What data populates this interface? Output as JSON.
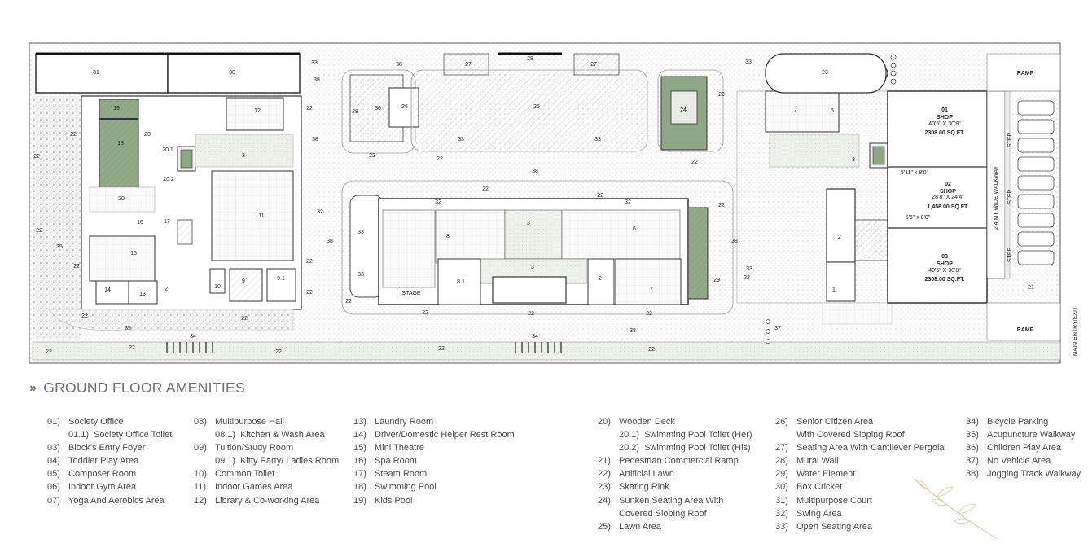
{
  "legend_title": "GROUND FLOOR AMENITIES",
  "legend_columns": [
    [
      {
        "num": "01)",
        "text": "Society Office"
      },
      {
        "num": "01.1)",
        "text": "Society Office Toilet",
        "sub": true
      },
      {
        "num": "03)",
        "text": "Block's Entry Foyer"
      },
      {
        "num": "04)",
        "text": "Toddler Play Area"
      },
      {
        "num": "05)",
        "text": "Composer Room"
      },
      {
        "num": "06)",
        "text": "Indoor Gym Area"
      },
      {
        "num": "07)",
        "text": "Yoga And Aerobics Area"
      }
    ],
    [
      {
        "num": "08)",
        "text": "Multipurpose Hall"
      },
      {
        "num": "08.1)",
        "text": "Kitchen & Wash Area",
        "sub": true
      },
      {
        "num": "09)",
        "text": "Tuition/Study Room"
      },
      {
        "num": "09.1)",
        "text": "Kitty Party/ Ladies Room",
        "sub": true
      },
      {
        "num": "10)",
        "text": "Common Toilet"
      },
      {
        "num": "11)",
        "text": "Indoor Games Area"
      },
      {
        "num": "12)",
        "text": "Library & Co-working Area"
      }
    ],
    [
      {
        "num": "13)",
        "text": "Laundry Room"
      },
      {
        "num": "14)",
        "text": "Driver/Domestic Helper Rest Room"
      },
      {
        "num": "15)",
        "text": "Mini Theatre"
      },
      {
        "num": "16)",
        "text": "Spa Room"
      },
      {
        "num": "17)",
        "text": "Steam Room"
      },
      {
        "num": "18)",
        "text": "Swimming Pool"
      },
      {
        "num": "19)",
        "text": "Kids Pool"
      }
    ],
    [
      {
        "num": "20)",
        "text": "Wooden Deck"
      },
      {
        "num": "20.1)",
        "text": "Swimming Pool Toilet (Her)",
        "sub": true
      },
      {
        "num": "20.2)",
        "text": "Swimming Pool Toilet (His)",
        "sub": true
      },
      {
        "num": "21)",
        "text": "Pedestrian Commercial Ramp"
      },
      {
        "num": "22)",
        "text": "Artificial Lawn"
      },
      {
        "num": "23)",
        "text": "Skating Rink"
      },
      {
        "num": "24)",
        "text": "Sunken Seating Area With"
      },
      {
        "num": "",
        "text": "Covered Sloping Roof",
        "cont": true
      },
      {
        "num": "25)",
        "text": "Lawn Area"
      }
    ],
    [
      {
        "num": "26)",
        "text": "Senior Citizen Area"
      },
      {
        "num": "",
        "text": "With Covered Sloping Roof",
        "cont": true
      },
      {
        "num": "27)",
        "text": "Seating Area With Cantilever Pergola"
      },
      {
        "num": "28)",
        "text": "Mural Wall"
      },
      {
        "num": "29)",
        "text": "Water Element"
      },
      {
        "num": "30)",
        "text": "Box Cricket"
      },
      {
        "num": "31)",
        "text": "Multipurpose Court"
      },
      {
        "num": "32)",
        "text": "Swing Area"
      },
      {
        "num": "33)",
        "text": "Open Seating Area"
      }
    ],
    [
      {
        "num": "34)",
        "text": "Bicycle Parking"
      },
      {
        "num": "35)",
        "text": "Acupuncture Walkway"
      },
      {
        "num": "36)",
        "text": "Children Play Area"
      },
      {
        "num": "37)",
        "text": "No Vehicle Area"
      },
      {
        "num": "38)",
        "text": "Jogging Track Walkway"
      }
    ]
  ],
  "plan": {
    "shops": [
      {
        "num": "01",
        "label": "SHOP",
        "dims": "40'5\" X 30'8\"",
        "area": "2308.00 SQ.FT."
      },
      {
        "num": "02",
        "label": "SHOP",
        "dims": "28'8\" X 24'4\"",
        "area": "1,456.00 SQ.FT."
      },
      {
        "num": "03",
        "label": "SHOP",
        "dims": "40'5\" X 30'8\"",
        "area": "2308.00 SQ.FT."
      }
    ],
    "ramp_label": "RAMP",
    "step_label": "STEP",
    "walkway_label": "2.4 MT WIDE WALKWAY",
    "main_entry_label": "MAIN ENTRY/EXIT",
    "stage_label": "STAGE",
    "small_dims": [
      "5'11\" x 8'0\"",
      "5'6\" x 8'0\""
    ],
    "labels": {
      "l31": "31",
      "l30": "30",
      "l33a": "33",
      "l38a": "38",
      "l27a": "27",
      "l28": "28",
      "l27b": "27",
      "l33b": "33",
      "l23": "23",
      "l19": "19",
      "l18": "18",
      "l20a": "20",
      "l201": "20.1",
      "l202": "20.2",
      "l20b": "20",
      "l12": "12",
      "l3a": "3",
      "l22a": "22",
      "l22b": "22",
      "l22c": "22",
      "l38b": "38",
      "l38c": "38",
      "l28b": "28",
      "l36": "36",
      "l26": "26",
      "l25": "25",
      "l24": "24",
      "l33c": "33",
      "l33d": "33",
      "l22d": "22",
      "l22e": "22",
      "l22f": "22",
      "l38d": "38",
      "l22g": "22",
      "l4": "4",
      "l5": "5",
      "l3b": "3",
      "l16": "16",
      "l17": "17",
      "l11": "11",
      "l15": "15",
      "l35a": "35",
      "l32a": "32",
      "l38e": "38",
      "l8": "8",
      "l3c": "3",
      "l6": "6",
      "l32b": "32",
      "l32c": "32",
      "l22h": "22",
      "l22i": "22",
      "l33e": "33",
      "l33f": "33",
      "l81": "8.1",
      "l3d": "3",
      "l2a": "2",
      "l7": "7",
      "l29": "29",
      "l38f": "38",
      "l2b": "2",
      "l1": "1",
      "l33g": "33",
      "l14": "14",
      "l13": "13",
      "l2c": "2",
      "l10": "10",
      "l9": "9",
      "l91": "9.1",
      "l22j": "22",
      "l22k": "22",
      "l22l": "22",
      "l22m": "22",
      "l22n": "22",
      "l22o": "22",
      "l22p": "22",
      "l22q": "22",
      "l22r": "22",
      "l35b": "35",
      "l34a": "34",
      "l34b": "34",
      "l38g": "38",
      "l37": "37",
      "l21": "21",
      "l22s": "22",
      "l22t": "22",
      "l22u": "22",
      "l22v": "22",
      "l22w": "22",
      "l22x": "22",
      "l22y": "22",
      "l22z": "22"
    }
  },
  "colors": {
    "lawn": "#e9ece4",
    "pool": "#8fa685",
    "line": "#3a3a3a",
    "hatch": "#c9c9c9",
    "accent": "#5a7a52"
  }
}
